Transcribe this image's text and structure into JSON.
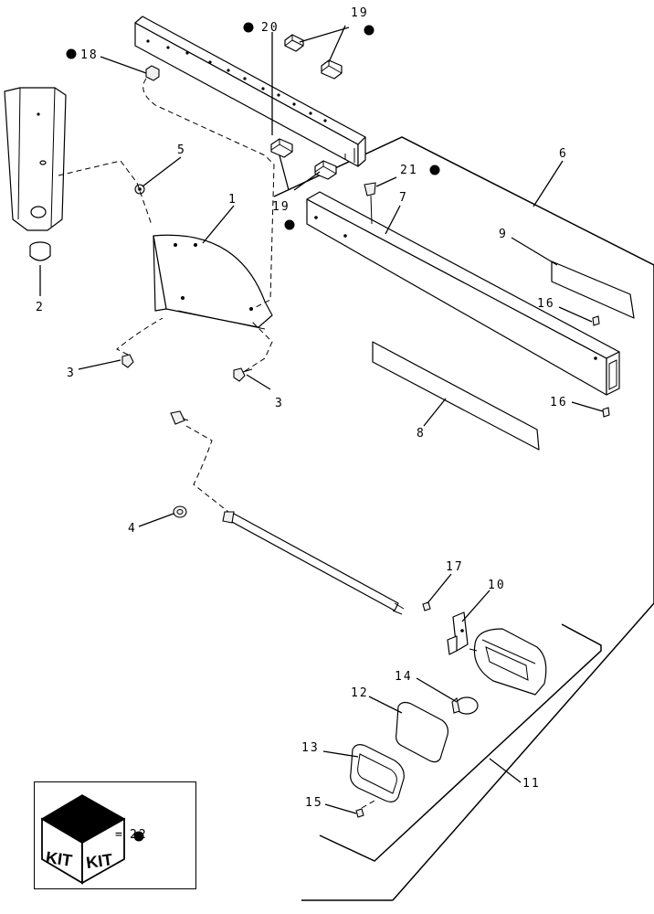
{
  "callouts": [
    {
      "id": "c1",
      "label": "1"
    },
    {
      "id": "c2",
      "label": "2"
    },
    {
      "id": "c3a",
      "label": "3"
    },
    {
      "id": "c3b",
      "label": "3"
    },
    {
      "id": "c4",
      "label": "4"
    },
    {
      "id": "c5",
      "label": "5"
    },
    {
      "id": "c6",
      "label": "6"
    },
    {
      "id": "c7",
      "label": "7"
    },
    {
      "id": "c8",
      "label": "8"
    },
    {
      "id": "c9",
      "label": "9"
    },
    {
      "id": "c10",
      "label": "10"
    },
    {
      "id": "c11",
      "label": "11"
    },
    {
      "id": "c12",
      "label": "12"
    },
    {
      "id": "c13",
      "label": "13"
    },
    {
      "id": "c14",
      "label": "14"
    },
    {
      "id": "c15",
      "label": "15"
    },
    {
      "id": "c16a",
      "label": "16"
    },
    {
      "id": "c16b",
      "label": "16"
    },
    {
      "id": "c17",
      "label": "17"
    },
    {
      "id": "c18",
      "label": "18"
    },
    {
      "id": "c19a",
      "label": "19"
    },
    {
      "id": "c19b",
      "label": "19"
    },
    {
      "id": "c20",
      "label": "20"
    },
    {
      "id": "c21",
      "label": "21"
    }
  ],
  "legend": {
    "kit_text_left": "KIT",
    "kit_text_right": "KIT",
    "equals": "=",
    "kit_number": "22"
  }
}
